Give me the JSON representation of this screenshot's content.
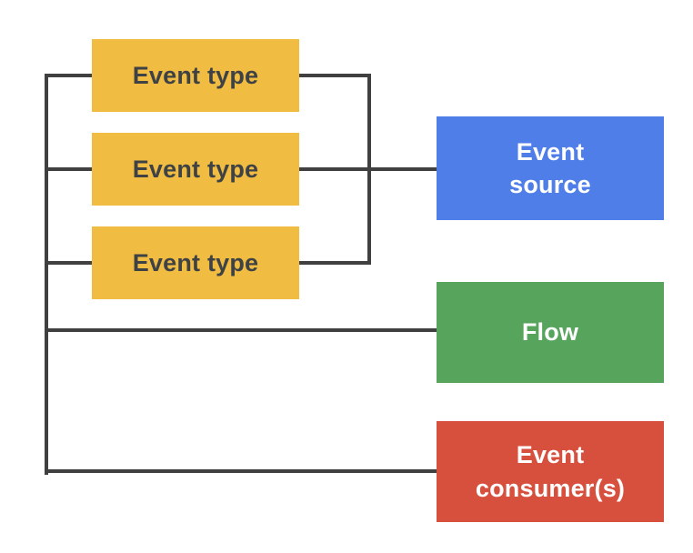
{
  "diagram": {
    "description": "Eventing model diagram: three event types feed an event source, flow, and event consumers",
    "nodes": {
      "event_type_1": {
        "label": "Event type",
        "color": "#F0BC42",
        "text_color": "#3F4245"
      },
      "event_type_2": {
        "label": "Event type",
        "color": "#F0BC42",
        "text_color": "#3F4245"
      },
      "event_type_3": {
        "label": "Event type",
        "color": "#F0BC42",
        "text_color": "#3F4245"
      },
      "event_source": {
        "label": "Event\nsource",
        "color": "#4F7EE8",
        "text_color": "#FFFFFF"
      },
      "flow": {
        "label": "Flow",
        "color": "#57A45D",
        "text_color": "#FFFFFF"
      },
      "event_consumer": {
        "label": "Event\nconsumer(s)",
        "color": "#D7503E",
        "text_color": "#FFFFFF"
      }
    },
    "colors": {
      "background": "#FFFFFF",
      "connector_line": "#404040",
      "yellow": "#F0BC42",
      "blue": "#4F7EE8",
      "green": "#57A45D",
      "red": "#D7503E",
      "dark_text": "#3F4245",
      "light_text": "#FFFFFF"
    },
    "edges": [
      "left-rail joins event_type_1, event_type_2, event_type_3, flow, event_consumer",
      "right-rail joins event_type_1, event_type_2, event_type_3 to event_source"
    ]
  }
}
